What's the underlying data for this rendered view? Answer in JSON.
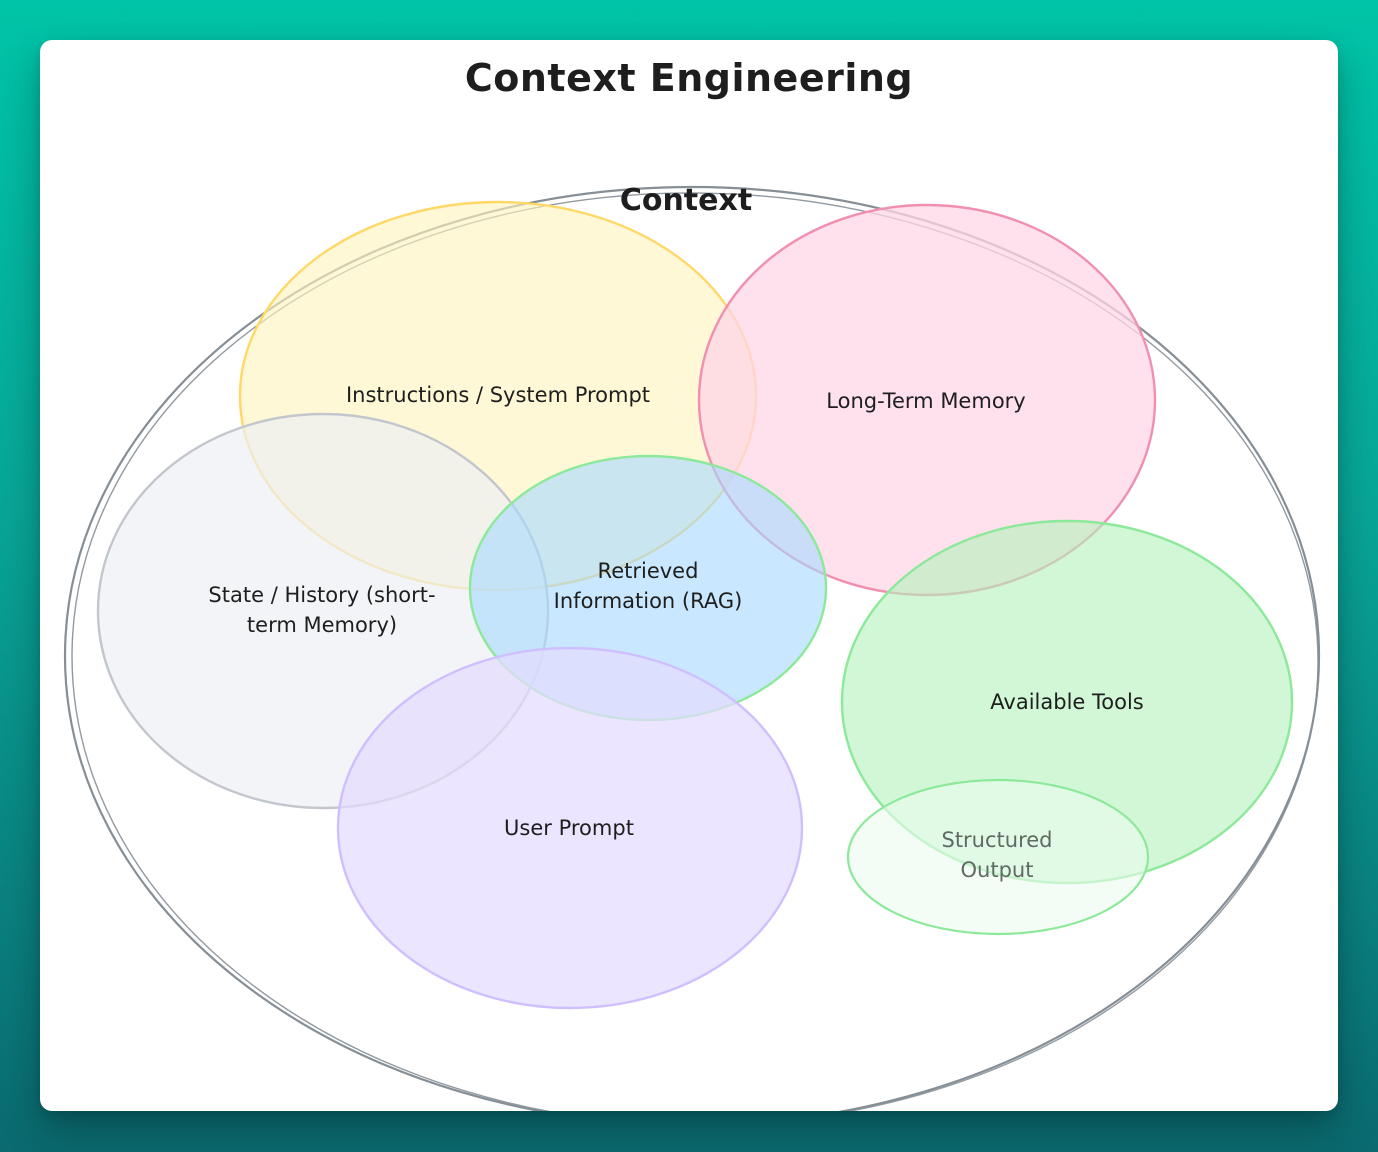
{
  "diagram": {
    "title": "Context Engineering",
    "container": {
      "label": "Context",
      "stroke": "#868e96"
    },
    "regions": [
      {
        "id": "instructions",
        "label": "Instructions / System Prompt",
        "fill": "#fff3bf",
        "stroke": "#ffd866"
      },
      {
        "id": "long-term-memory",
        "label": "Long-Term Memory",
        "fill": "#ffd6e7",
        "stroke": "#f08fb0"
      },
      {
        "id": "state-history",
        "label": "State / History (short-\nterm Memory)",
        "fill": "#eceff3",
        "stroke": "#c3c7cd"
      },
      {
        "id": "retrieved-information",
        "label": "Retrieved\nInformation (RAG)",
        "fill": "#a5d8ff",
        "stroke": "#8ce99a"
      },
      {
        "id": "user-prompt",
        "label": "User Prompt",
        "fill": "#e5dbff",
        "stroke": "#d0bfff"
      },
      {
        "id": "available-tools",
        "label": "Available Tools",
        "fill": "#b2f2bb",
        "stroke": "#8ce99a"
      },
      {
        "id": "structured-output",
        "label": "Structured\nOutput",
        "fill": "#ebfbee",
        "stroke": "#8ce99a"
      }
    ]
  }
}
